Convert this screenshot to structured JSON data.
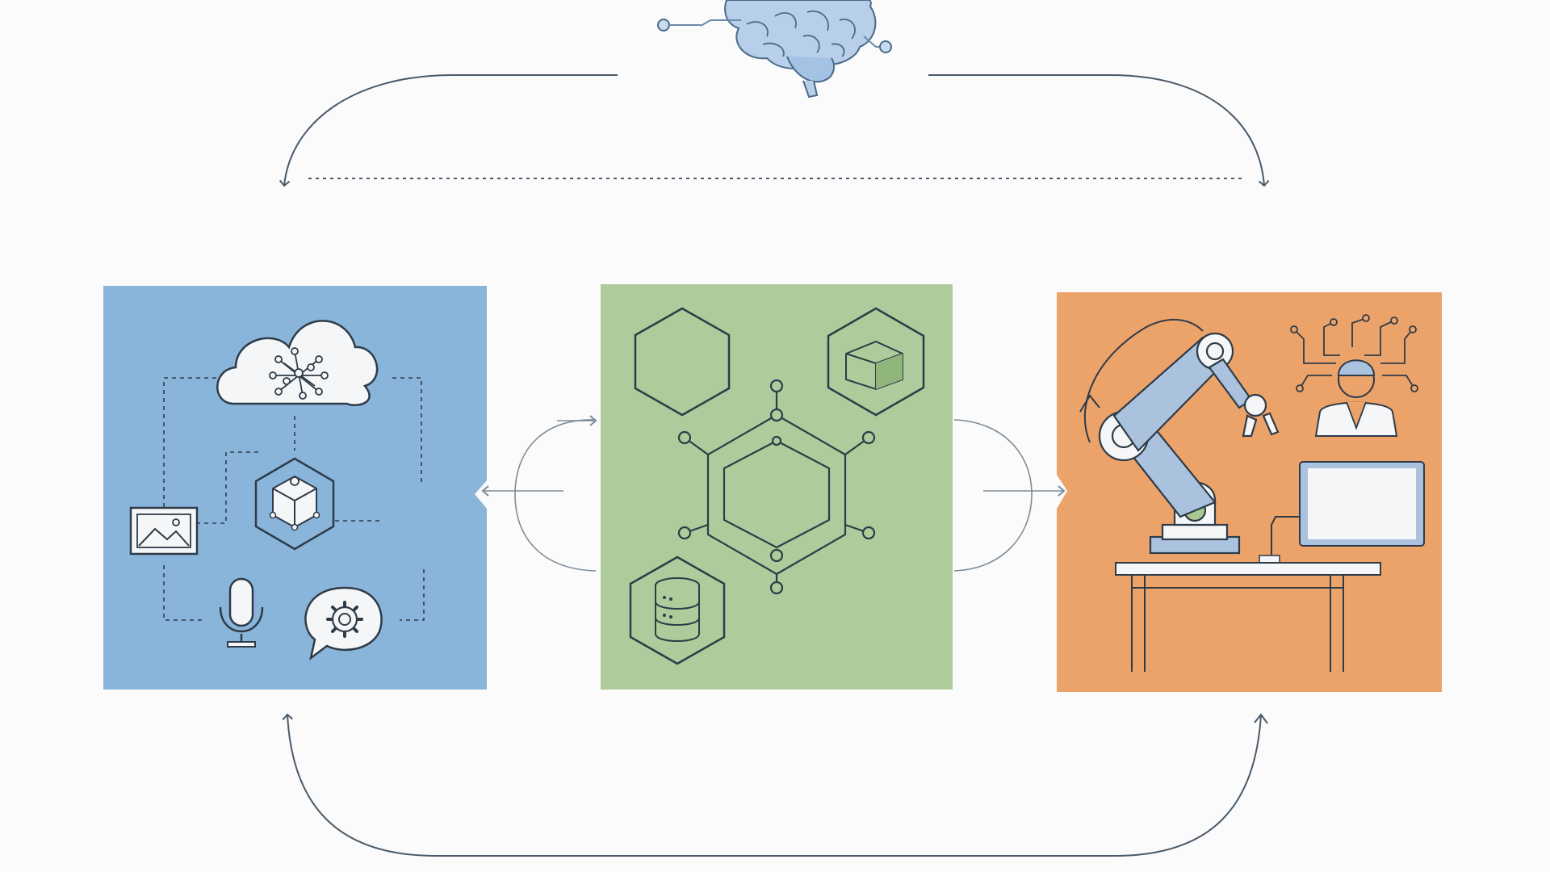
{
  "diagram": {
    "nodes": [
      {
        "id": "brain",
        "icon": "brain-icon"
      },
      {
        "id": "input-panel",
        "color": "#8ab5da",
        "icons": [
          "cloud-network-icon",
          "cube-hexagon-icon",
          "image-icon",
          "microphone-icon",
          "gear-chat-icon"
        ]
      },
      {
        "id": "processing-panel",
        "color": "#aecb9b",
        "icons": [
          "hexagon-icon",
          "cube-hexagon-icon",
          "molecule-network-icon",
          "database-icon"
        ]
      },
      {
        "id": "output-panel",
        "color": "#eca36a",
        "icons": [
          "robot-arm-icon",
          "doctor-icon",
          "monitor-icon",
          "table-icon"
        ]
      }
    ],
    "edges": [
      {
        "from": "brain",
        "to": "input-panel",
        "style": "solid-arc"
      },
      {
        "from": "brain",
        "to": "output-panel",
        "style": "solid-arc"
      },
      {
        "from": "input-panel",
        "to": "output-panel",
        "style": "dotted"
      },
      {
        "from": "processing-panel",
        "to": "input-panel",
        "style": "arrow"
      },
      {
        "from": "processing-panel",
        "to": "output-panel",
        "style": "arrow"
      },
      {
        "from": "output-panel",
        "to": "input-panel",
        "style": "bottom-loop"
      }
    ],
    "colors": {
      "line": "#4a5a6a",
      "icon_stroke": "#2e3b48",
      "icon_fill": "#f4f6f8",
      "brain_fill": "#b7cfe9",
      "robot_accent": "#aac2de"
    }
  }
}
